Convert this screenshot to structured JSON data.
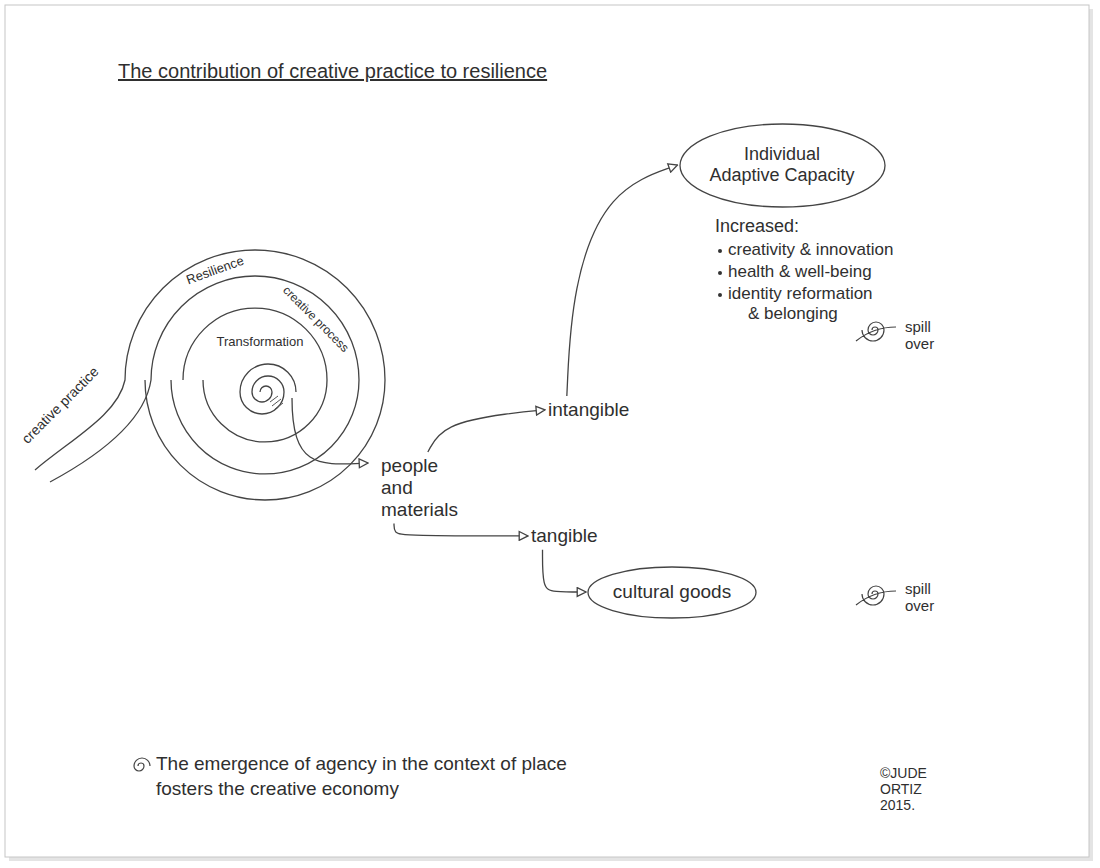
{
  "diagram": {
    "title": "The contribution of creative practice to resilience",
    "nodes": [
      {
        "text": [
          "Individual Adaptive Capacity"
        ]
      },
      {
        "text": [
          "intangible"
        ]
      },
      {
        "text": [
          "people and materials"
        ]
      },
      {
        "text": [
          "tangible"
        ]
      },
      {
        "text": [
          "cultural goods"
        ]
      }
    ],
    "edges": [
      {
        "from": 2,
        "to": 1,
        "arrow": "to"
      },
      {
        "from": 2,
        "to": 3,
        "arrow": "to"
      },
      {
        "from": 1,
        "to": 0,
        "arrow": "to"
      },
      {
        "from": 3,
        "to": 4,
        "arrow": "to"
      }
    ],
    "labels": [
      "creative practice",
      "Resilience",
      "creative process",
      "Transformation",
      "Increased:",
      "creativity & innovation",
      "health & well-being",
      "identity reformation & belonging",
      "spill over",
      "spill over",
      "The emergence of agency in the context of place fosters the creative economy",
      "©JUDE ORTIZ 2015."
    ]
  }
}
